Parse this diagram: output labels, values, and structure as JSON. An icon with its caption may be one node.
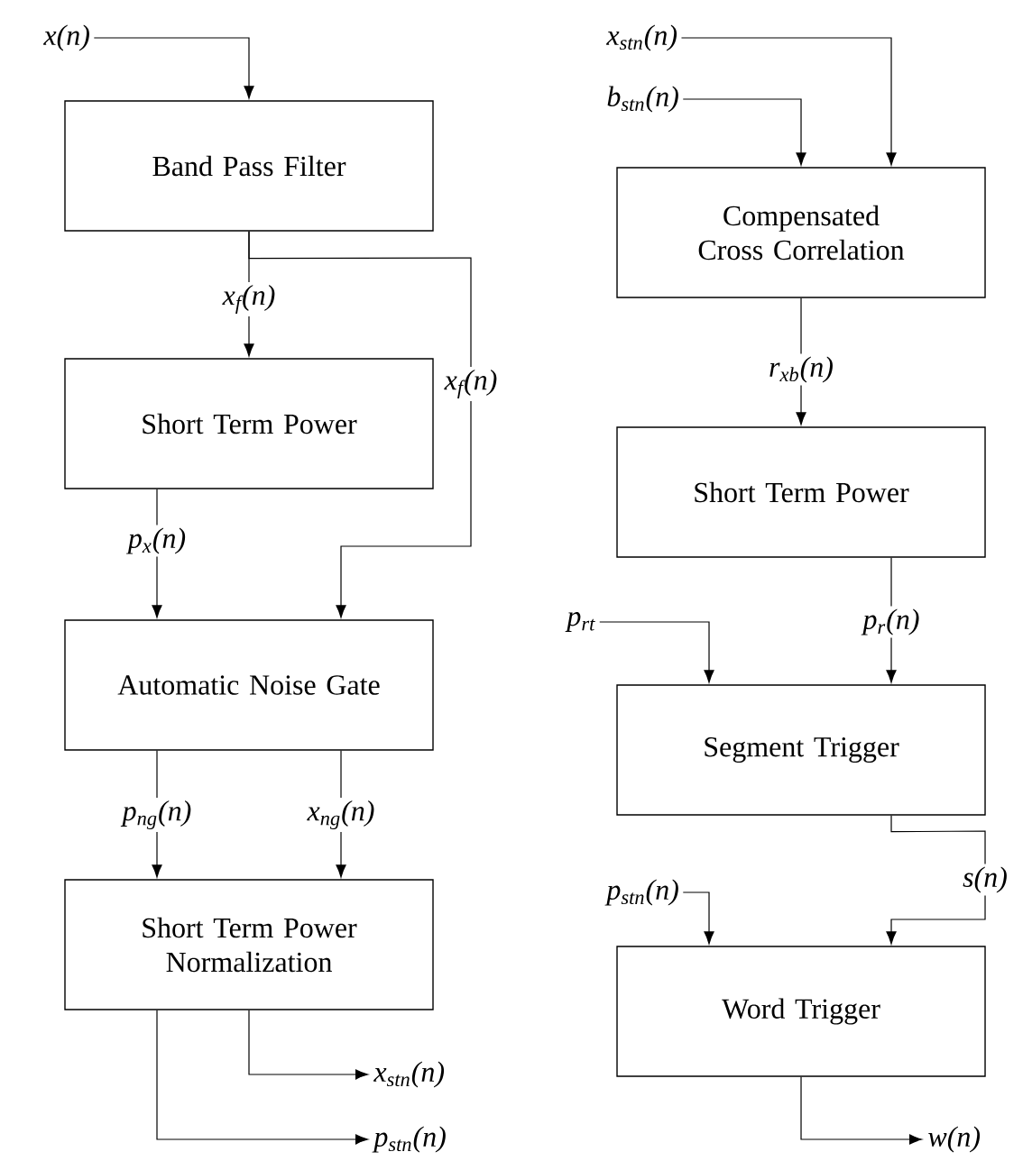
{
  "diagram": {
    "nodes": [
      {
        "text": [
          "x(n)"
        ]
      },
      {
        "text": [
          "Band Pass Filter"
        ]
      },
      {
        "text": [
          "Short Term Power"
        ]
      },
      {
        "text": [
          "Automatic Noise Gate"
        ]
      },
      {
        "text": [
          "Short Term Power Normalization"
        ]
      },
      {
        "text": [
          "x$_{stn}$(n)"
        ]
      },
      {
        "text": [
          "p$_{stn}$(n)"
        ]
      },
      {
        "text": [
          "x$_{stn}$(n)"
        ]
      },
      {
        "text": [
          "b$_{stn}$(n)"
        ]
      },
      {
        "text": [
          "Compensated Cross Correlation"
        ]
      },
      {
        "text": [
          "Short Term Power"
        ]
      },
      {
        "text": [
          "p$_{rt}$"
        ]
      },
      {
        "text": [
          "Segment Trigger"
        ]
      },
      {
        "text": [
          "p$_{stn}$(n)"
        ]
      },
      {
        "text": [
          "Word Trigger"
        ]
      },
      {
        "text": [
          "w(n)"
        ]
      }
    ],
    "edges": [
      {
        "from": 0,
        "to": 1,
        "arrow": "to"
      },
      {
        "from": 1,
        "to": 2,
        "arrow": "to",
        "label": "x$_{f}$(n)"
      },
      {
        "from": 1,
        "to": 3,
        "arrow": "to",
        "label": "x$_{f}$(n)"
      },
      {
        "from": 2,
        "to": 3,
        "arrow": "to",
        "label": "p$_{x}$(n)"
      },
      {
        "from": 3,
        "to": 4,
        "arrow": "to",
        "label": "p$_{ng}$(n)"
      },
      {
        "from": 3,
        "to": 4,
        "arrow": "to",
        "label": "x$_{ng}$(n)"
      },
      {
        "from": 4,
        "to": 5,
        "arrow": "to"
      },
      {
        "from": 4,
        "to": 6,
        "arrow": "to"
      },
      {
        "from": 7,
        "to": 9,
        "arrow": "to"
      },
      {
        "from": 8,
        "to": 9,
        "arrow": "to"
      },
      {
        "from": 9,
        "to": 10,
        "arrow": "to",
        "label": "r$_{xb}$(n)"
      },
      {
        "from": 10,
        "to": 12,
        "arrow": "to",
        "label": "p$_{r}$(n)"
      },
      {
        "from": 11,
        "to": 12,
        "arrow": "to"
      },
      {
        "from": 12,
        "to": 14,
        "arrow": "to",
        "label": "s(n)"
      },
      {
        "from": 13,
        "to": 14,
        "arrow": "to"
      },
      {
        "from": 14,
        "to": 15,
        "arrow": "to"
      }
    ]
  }
}
